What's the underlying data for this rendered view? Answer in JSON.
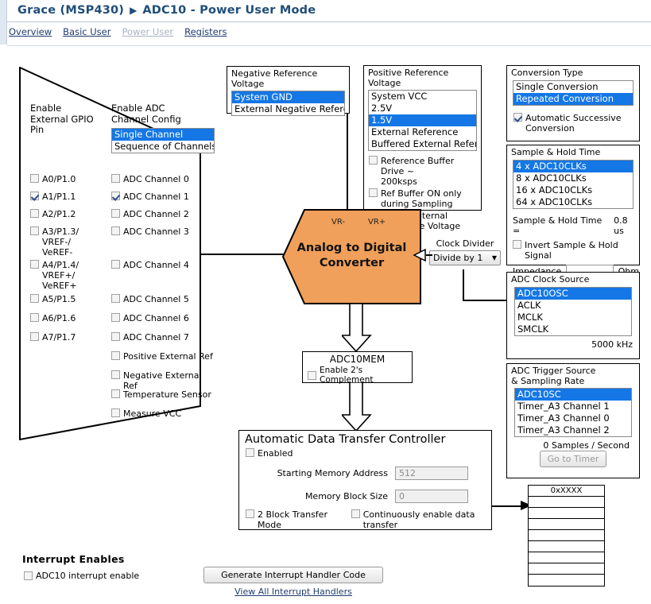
{
  "header": {
    "breadcrumb_root": "Grace (MSP430)",
    "breadcrumb_sep": "▶",
    "breadcrumb_page": "ADC10 - Power User Mode",
    "nav": [
      {
        "label": "Overview",
        "state": "enabled"
      },
      {
        "label": "Basic User",
        "state": "enabled"
      },
      {
        "label": "Power User",
        "state": "disabled"
      },
      {
        "label": "Registers",
        "state": "enabled"
      }
    ]
  },
  "left_panel": {
    "col1_header": "Enable\nExternal GPIO\nPin",
    "col2_header": "Enable ADC\nChannel Config",
    "channel_config": {
      "options": [
        "Single Channel",
        "Sequence of Channels"
      ],
      "selected": "Single Channel"
    },
    "gpio_pins": [
      {
        "label": "A0/P1.0",
        "checked": false
      },
      {
        "label": "A1/P1.1",
        "checked": true
      },
      {
        "label": "A2/P1.2",
        "checked": false
      },
      {
        "label": "A3/P1.3/\nVREF-/\nVeREF-",
        "checked": false
      },
      {
        "label": "A4/P1.4/\nVREF+/\nVeREF+",
        "checked": false
      },
      {
        "label": "A5/P1.5",
        "checked": false
      },
      {
        "label": "A6/P1.6",
        "checked": false
      },
      {
        "label": "A7/P1.7",
        "checked": false
      }
    ],
    "adc_channels": [
      {
        "label": "ADC Channel 0",
        "checked": false
      },
      {
        "label": "ADC Channel 1",
        "checked": true
      },
      {
        "label": "ADC Channel 2",
        "checked": false
      },
      {
        "label": "ADC Channel 3",
        "checked": false
      },
      {
        "label": "ADC Channel 4",
        "checked": false
      },
      {
        "label": "ADC Channel 5",
        "checked": false
      },
      {
        "label": "ADC Channel 6",
        "checked": false
      },
      {
        "label": "ADC Channel 7",
        "checked": false
      },
      {
        "label": "Positive External Ref",
        "checked": false
      },
      {
        "label": "Negative External Ref",
        "checked": false
      },
      {
        "label": "Temperature Sensor",
        "checked": false
      },
      {
        "label": "Measure VCC",
        "checked": false
      }
    ]
  },
  "negative_reference": {
    "title": "Negative Reference Voltage",
    "options": [
      "System GND",
      "External Negative Reference"
    ],
    "selected": "System GND"
  },
  "positive_reference": {
    "title": "Positive Reference Voltage",
    "options": [
      "System VCC",
      "2.5V",
      "1.5V",
      "External Reference",
      "Buffered External Reference"
    ],
    "selected": "1.5V",
    "checkboxes": [
      {
        "label": "Reference Buffer Drive ~\n200ksps",
        "checked": false
      },
      {
        "label": "Ref Buffer ON only\nduring Sampling",
        "checked": false
      },
      {
        "label": "Output Internal\nReference Voltage",
        "checked": false
      }
    ]
  },
  "conversion_type": {
    "title": "Conversion Type",
    "options": [
      "Single Conversion",
      "Repeated Conversion"
    ],
    "selected": "Repeated Conversion",
    "checkboxes": [
      {
        "label": "Automatic Successive\nConversion",
        "checked": true
      }
    ]
  },
  "sample_hold": {
    "title": "Sample & Hold Time",
    "options": [
      "4 x ADC10CLKs",
      "8 x ADC10CLKs",
      "16 x ADC10CLKs",
      "64 x ADC10CLKs"
    ],
    "selected": "4 x ADC10CLKs",
    "computed_label": "Sample & Hold Time =",
    "computed_value": "0.8 us",
    "invert_checkbox": {
      "label": "Invert Sample & Hold Signal",
      "checked": false
    },
    "impedance_label": "Impedance",
    "impedance_value": "",
    "impedance_unit": "Ohm"
  },
  "adc_clock_source": {
    "title": "ADC Clock Source",
    "options": [
      "ADC10OSC",
      "ACLK",
      "MCLK",
      "SMCLK"
    ],
    "selected": "ADC10OSC",
    "frequency": "5000 kHz"
  },
  "adc_trigger_source": {
    "title": "ADC Trigger Source\n& Sampling Rate",
    "options": [
      "ADC10SC",
      "Timer_A3 Channel 1",
      "Timer_A3 Channel 0",
      "Timer_A3 Channel 2"
    ],
    "selected": "ADC10SC",
    "sampling_rate": "0  Samples / Second",
    "button_label": "Go to Timer"
  },
  "adc_block": {
    "title_line1": "Analog to Digital",
    "title_line2": "Converter",
    "vr_minus": "VR-",
    "vr_plus": "VR+",
    "fill_color": "#F0A05A"
  },
  "clock_divider": {
    "label": "Clock Divider",
    "selected": "Divide by 1",
    "caret": "▼"
  },
  "adc10mem": {
    "title": "ADC10MEM",
    "checkbox": {
      "label": "Enable 2's Complement",
      "checked": false
    }
  },
  "adtc": {
    "title": "Automatic Data Transfer Controller",
    "enabled_checkbox": {
      "label": "Enabled",
      "checked": false
    },
    "start_address_label": "Starting Memory Address",
    "start_address_value": "512",
    "block_size_label": "Memory Block Size",
    "block_size_value": "0",
    "two_block_checkbox": {
      "label": "2 Block Transfer Mode",
      "checked": false
    },
    "continuous_checkbox": {
      "label": "Continuously enable data transfer",
      "checked": false
    }
  },
  "memory_table": {
    "header": "0xXXXX",
    "row_count": 9
  },
  "interrupts": {
    "title": "Interrupt Enables",
    "checkbox": {
      "label": "ADC10 interrupt enable",
      "checked": false
    },
    "generate_button": "Generate Interrupt Handler Code",
    "view_link": "View All Interrupt Handlers"
  }
}
